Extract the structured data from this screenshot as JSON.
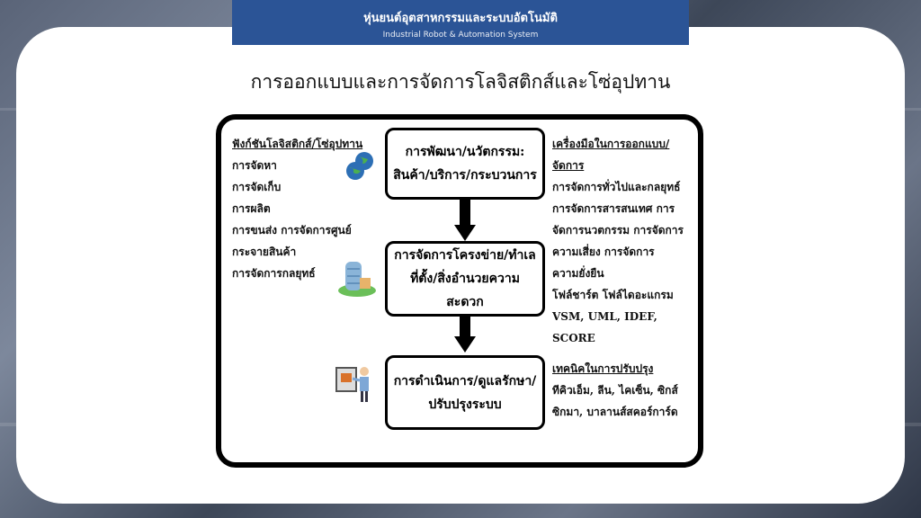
{
  "header": {
    "title_th": "หุ่นยนต์อุตสาหกรรมและระบบอัตโนมัติ",
    "title_en": "Industrial Robot & Automation System"
  },
  "slide_title": "การออกแบบและการจัดการโลจิสติกส์และโซ่อุปทาน",
  "left": {
    "heading": "ฟังก์ชันโลจิสติกส์/โซ่อุปทาน",
    "items": [
      "การจัดหา",
      "การจัดเก็บ",
      "การผลิต",
      "การขนส่ง การจัดการศูนย์",
      "กระจายสินค้า",
      "การจัดการกลยุทธ์"
    ]
  },
  "flow": [
    {
      "line1": "การพัฒนา/นวัตกรรม:",
      "line2": "สินค้า/บริการ/กระบวนการ"
    },
    {
      "line1": "การจัดการโครงข่าย/ทำเล",
      "line2": "ที่ตั้ง/สิ่งอำนวยความ",
      "line3": "สะดวก"
    },
    {
      "line1": "การดำเนินการ/ดูแลรักษา/",
      "line2": "ปรับปรุงระบบ"
    }
  ],
  "right": {
    "heading1": "เครื่องมือในการออกแบบ/",
    "heading2": "จัดการ",
    "items": [
      "การจัดการทั่วไปและกลยุทธ์",
      "การจัดการสารสนเทศ การ",
      "จัดการนวตกรรม การจัดการ",
      "ความเสี่ยง การจัดการ",
      "ความยั่งยืน",
      "โฟล์ชาร์ต โฟล์ไดอะแกรม",
      "VSM, UML, IDEF,",
      "SCORE"
    ]
  },
  "improve": {
    "heading": "เทคนิคในการปรับปรุง",
    "items": [
      "ทีคิวเอ็ม, ลีน, ไคเซ็น, ซิกส์",
      "ซิกมา, บาลานส์สคอร์การ์ด"
    ]
  },
  "colors": {
    "header": "#2b5496"
  }
}
